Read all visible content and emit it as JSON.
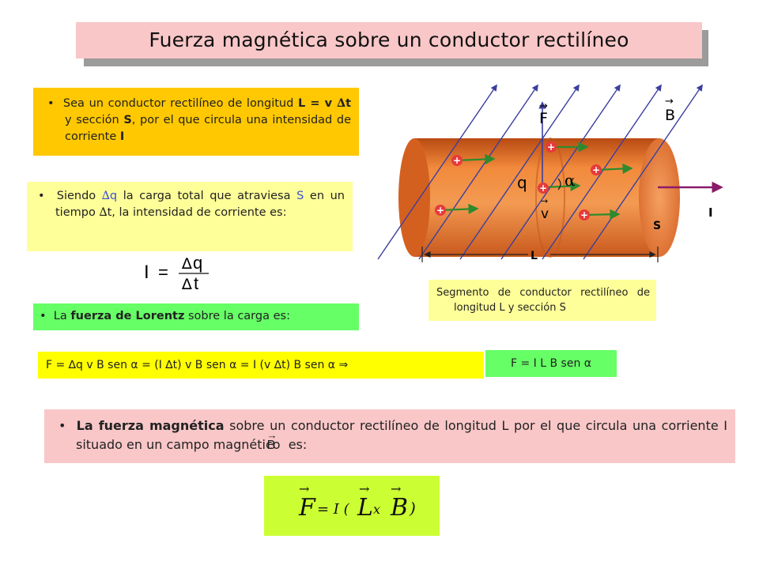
{
  "title": "Fuerza magnética sobre un conductor rectilíneo",
  "intro": {
    "t1": "Sea un conductor rectilíneo de longitud",
    "t2": "L = v ",
    "t3": "t",
    "t4": " y sección ",
    "t5": "S",
    "t6": ", por el que circula una intensidad de corriente ",
    "t7": "I"
  },
  "current": {
    "t1": "Siendo ",
    "t2": "q",
    "t3": " la carga total que atraviesa ",
    "t4": "S",
    "t5": " en un tiempo ",
    "t6": "t",
    "t7": ", la intensidad de corriente es:"
  },
  "formula_i": {
    "lhs": "I",
    "eq": "=",
    "num": "q",
    "den": "t"
  },
  "lorentz": {
    "t1": "La ",
    "t2": "fuerza de Lorentz",
    "t3": " sobre la carga es:"
  },
  "derivation": "F = ∆q v B sen α = (I ∆t) v B sen α = I (v ∆t) B sen α  ⇒",
  "result": "F = I L B sen α",
  "summary": {
    "t1": "La fuerza magnética",
    "t2": " sobre un conductor rectilíneo de longitud L por el que circula una corriente I situado en un campo magnético ",
    "t3": "B",
    "t4": " es:"
  },
  "vector_formula": {
    "f": "F",
    "eq": "= I (",
    "l": "L",
    "x": " x ",
    "b": "B",
    "close": ")"
  },
  "diagram": {
    "labels": {
      "F": "F",
      "B": "B",
      "q": "q",
      "alpha": "α",
      "v": "v",
      "I": "I",
      "S": "S",
      "L": "L"
    },
    "caption": "Segmento de conductor rectilíneo de longitud L y sección S",
    "plus": "+",
    "colors": {
      "cylinder": "#e8742a",
      "field": "#3b3fa0",
      "velocity": "#2e8a2e",
      "charge": "#e63a3a",
      "current": "#8a1a6a"
    }
  },
  "symbols": {
    "delta": "∆",
    "bullet": "•",
    "arrow": "→"
  }
}
